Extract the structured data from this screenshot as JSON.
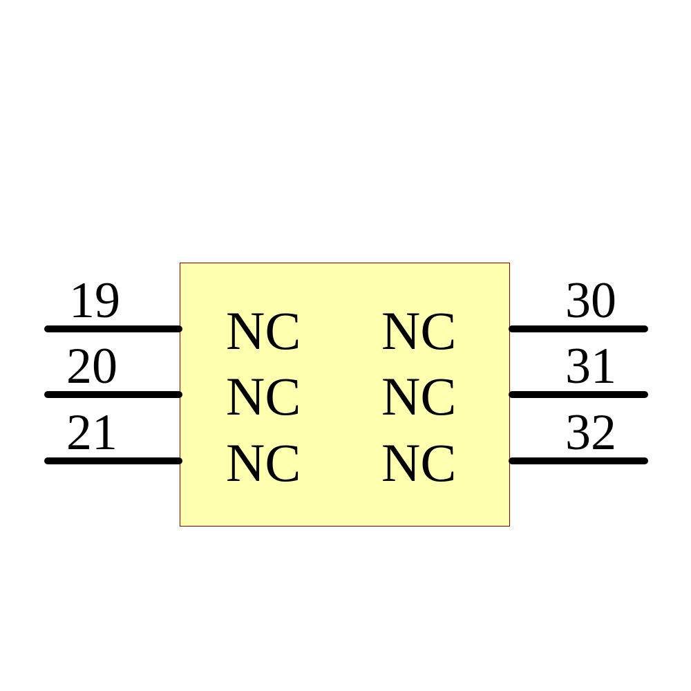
{
  "component": {
    "fill_color": "#ffffb0",
    "border_color": "#800000",
    "left_pins": [
      {
        "number": "19",
        "label": "NC"
      },
      {
        "number": "20",
        "label": "NC"
      },
      {
        "number": "21",
        "label": "NC"
      }
    ],
    "right_pins": [
      {
        "number": "30",
        "label": "NC"
      },
      {
        "number": "31",
        "label": "NC"
      },
      {
        "number": "32",
        "label": "NC"
      }
    ]
  }
}
